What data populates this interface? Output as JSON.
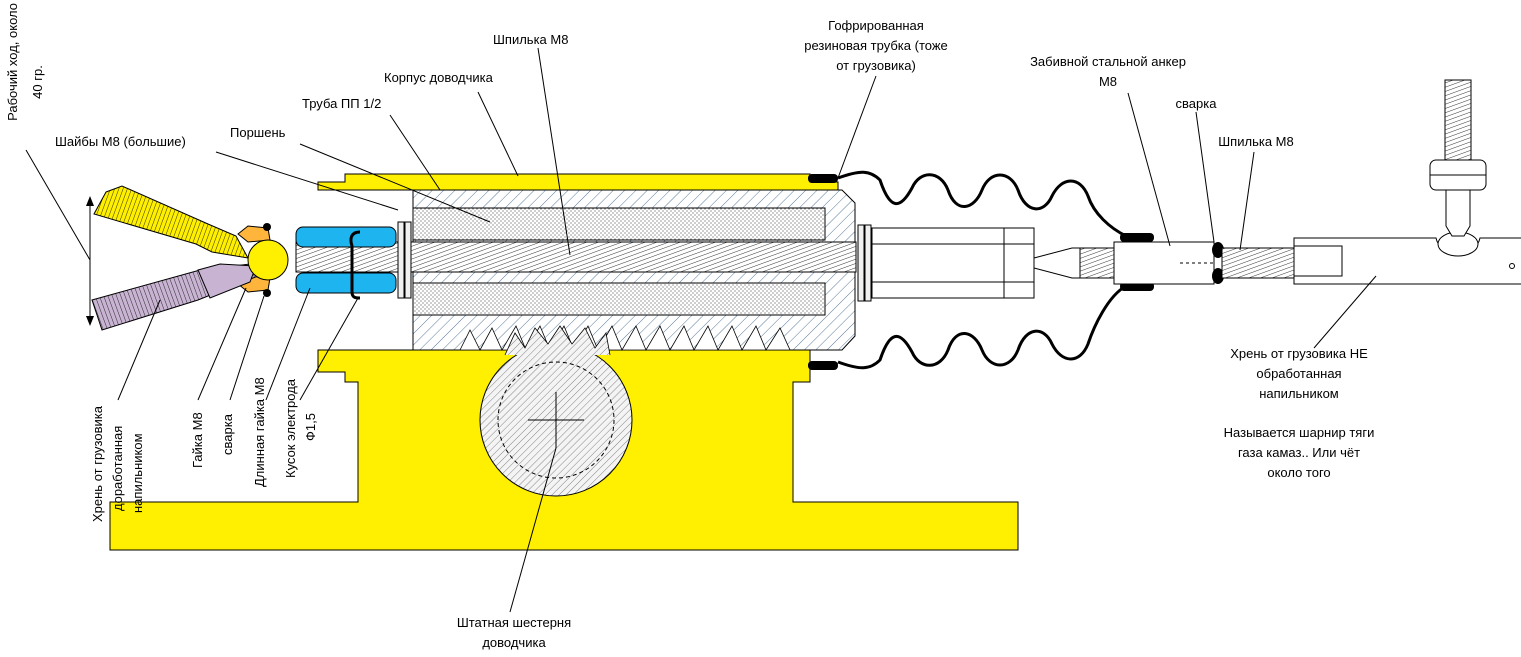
{
  "labels": {
    "stroke_l1": "Рабочий ход, около",
    "stroke_l2": "40 гр.",
    "washers": "Шайбы М8 (большие)",
    "piston": "Поршень",
    "pipe": "Труба ПП 1/2",
    "body": "Корпус доводчика",
    "stud_top": "Шпилька М8",
    "boot_l1": "Гофрированная",
    "boot_l2": "резиновая трубка (тоже",
    "boot_l3": "от грузовика)",
    "anchor_l1": "Забивной стальной анкер",
    "anchor_l2": "М8",
    "weld_r": "сварка",
    "stud_r": "Шпилька М8",
    "rj_l1": "Хрень от грузовика НЕ",
    "rj_l2": "обработанная",
    "rj_l3": "напильником",
    "note_l1": "Называется шарнир тяги",
    "note_l2": "газа камаз.. Или чёт",
    "note_l3": "около того",
    "gear_l1": "Штатная шестерня",
    "gear_l2": "доводчика",
    "v_joint_l1": "Хрень от грузовика",
    "v_joint_l2": "доработанная",
    "v_joint_l3": "напильником",
    "v_nut": "Гайка М8",
    "v_weld": "сварка",
    "v_longnut": "Длинная гайка М8",
    "v_elec_l1": "Кусок электрода",
    "v_elec_l2": "Ф1,5"
  },
  "colors": {
    "yellow": "#ffef00",
    "blue": "#1eb4f0",
    "orange": "#ffb43c",
    "lilac": "#c8b4d2",
    "black": "#000000",
    "hatch": "#5a7a9a",
    "light": "#f0f0f0"
  }
}
